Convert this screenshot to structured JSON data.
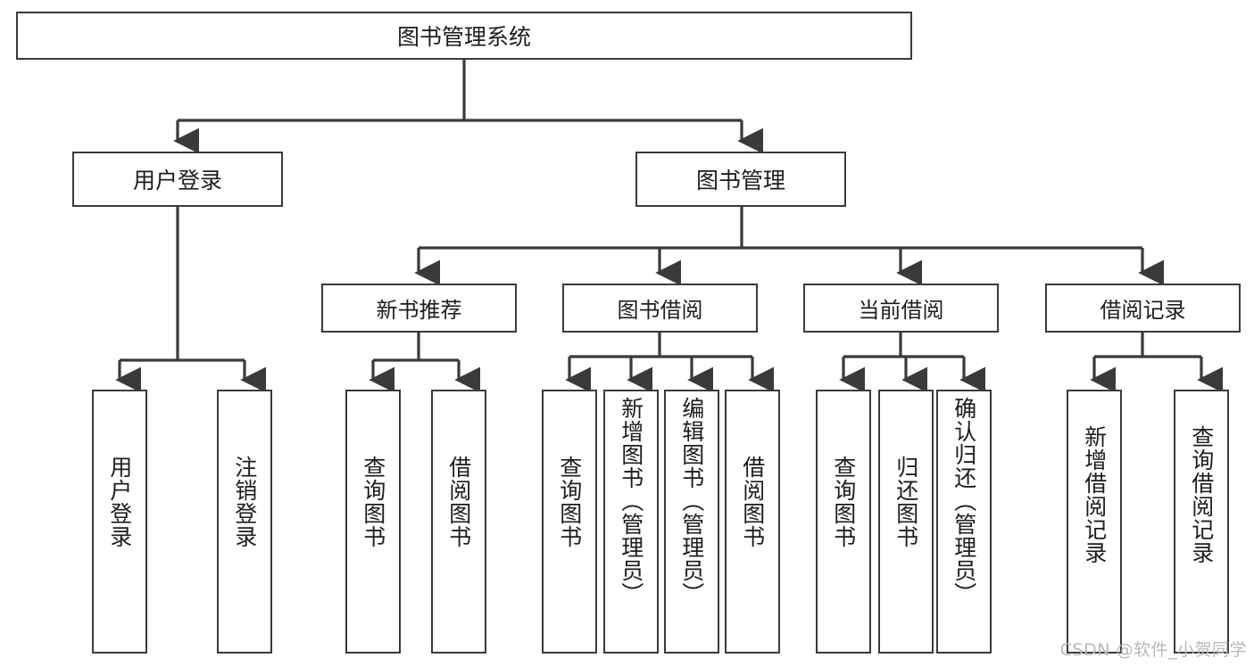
{
  "diagram": {
    "title": "图书管理系统",
    "watermark": "CSDN @软件_小贺同学",
    "style": {
      "border_color": "#3a3a3a",
      "fill_color": "#ffffff",
      "text_color": "#1d1d1d",
      "watermark_color": "#b9b9b9"
    },
    "root": {
      "label": "图书管理系统"
    },
    "level2": [
      {
        "label": "用户登录"
      },
      {
        "label": "图书管理"
      }
    ],
    "level3": [
      {
        "label": "新书推荐"
      },
      {
        "label": "图书借阅"
      },
      {
        "label": "当前借阅"
      },
      {
        "label": "借阅记录"
      }
    ],
    "leaves": {
      "user_login": [
        {
          "label": "用户登录"
        },
        {
          "label": "注销登录"
        }
      ],
      "new_book_recommend": [
        {
          "label": "查询图书"
        },
        {
          "label": "借阅图书"
        }
      ],
      "book_borrow": [
        {
          "label": "查询图书"
        },
        {
          "label": "新增图书（管理员）"
        },
        {
          "label": "编辑图书（管理员）"
        },
        {
          "label": "借阅图书"
        }
      ],
      "current_borrow": [
        {
          "label": "查询图书"
        },
        {
          "label": "归还图书"
        },
        {
          "label": "确认归还（管理员）"
        }
      ],
      "borrow_record": [
        {
          "label": "新增借阅记录"
        },
        {
          "label": "查询借阅记录"
        }
      ]
    }
  }
}
